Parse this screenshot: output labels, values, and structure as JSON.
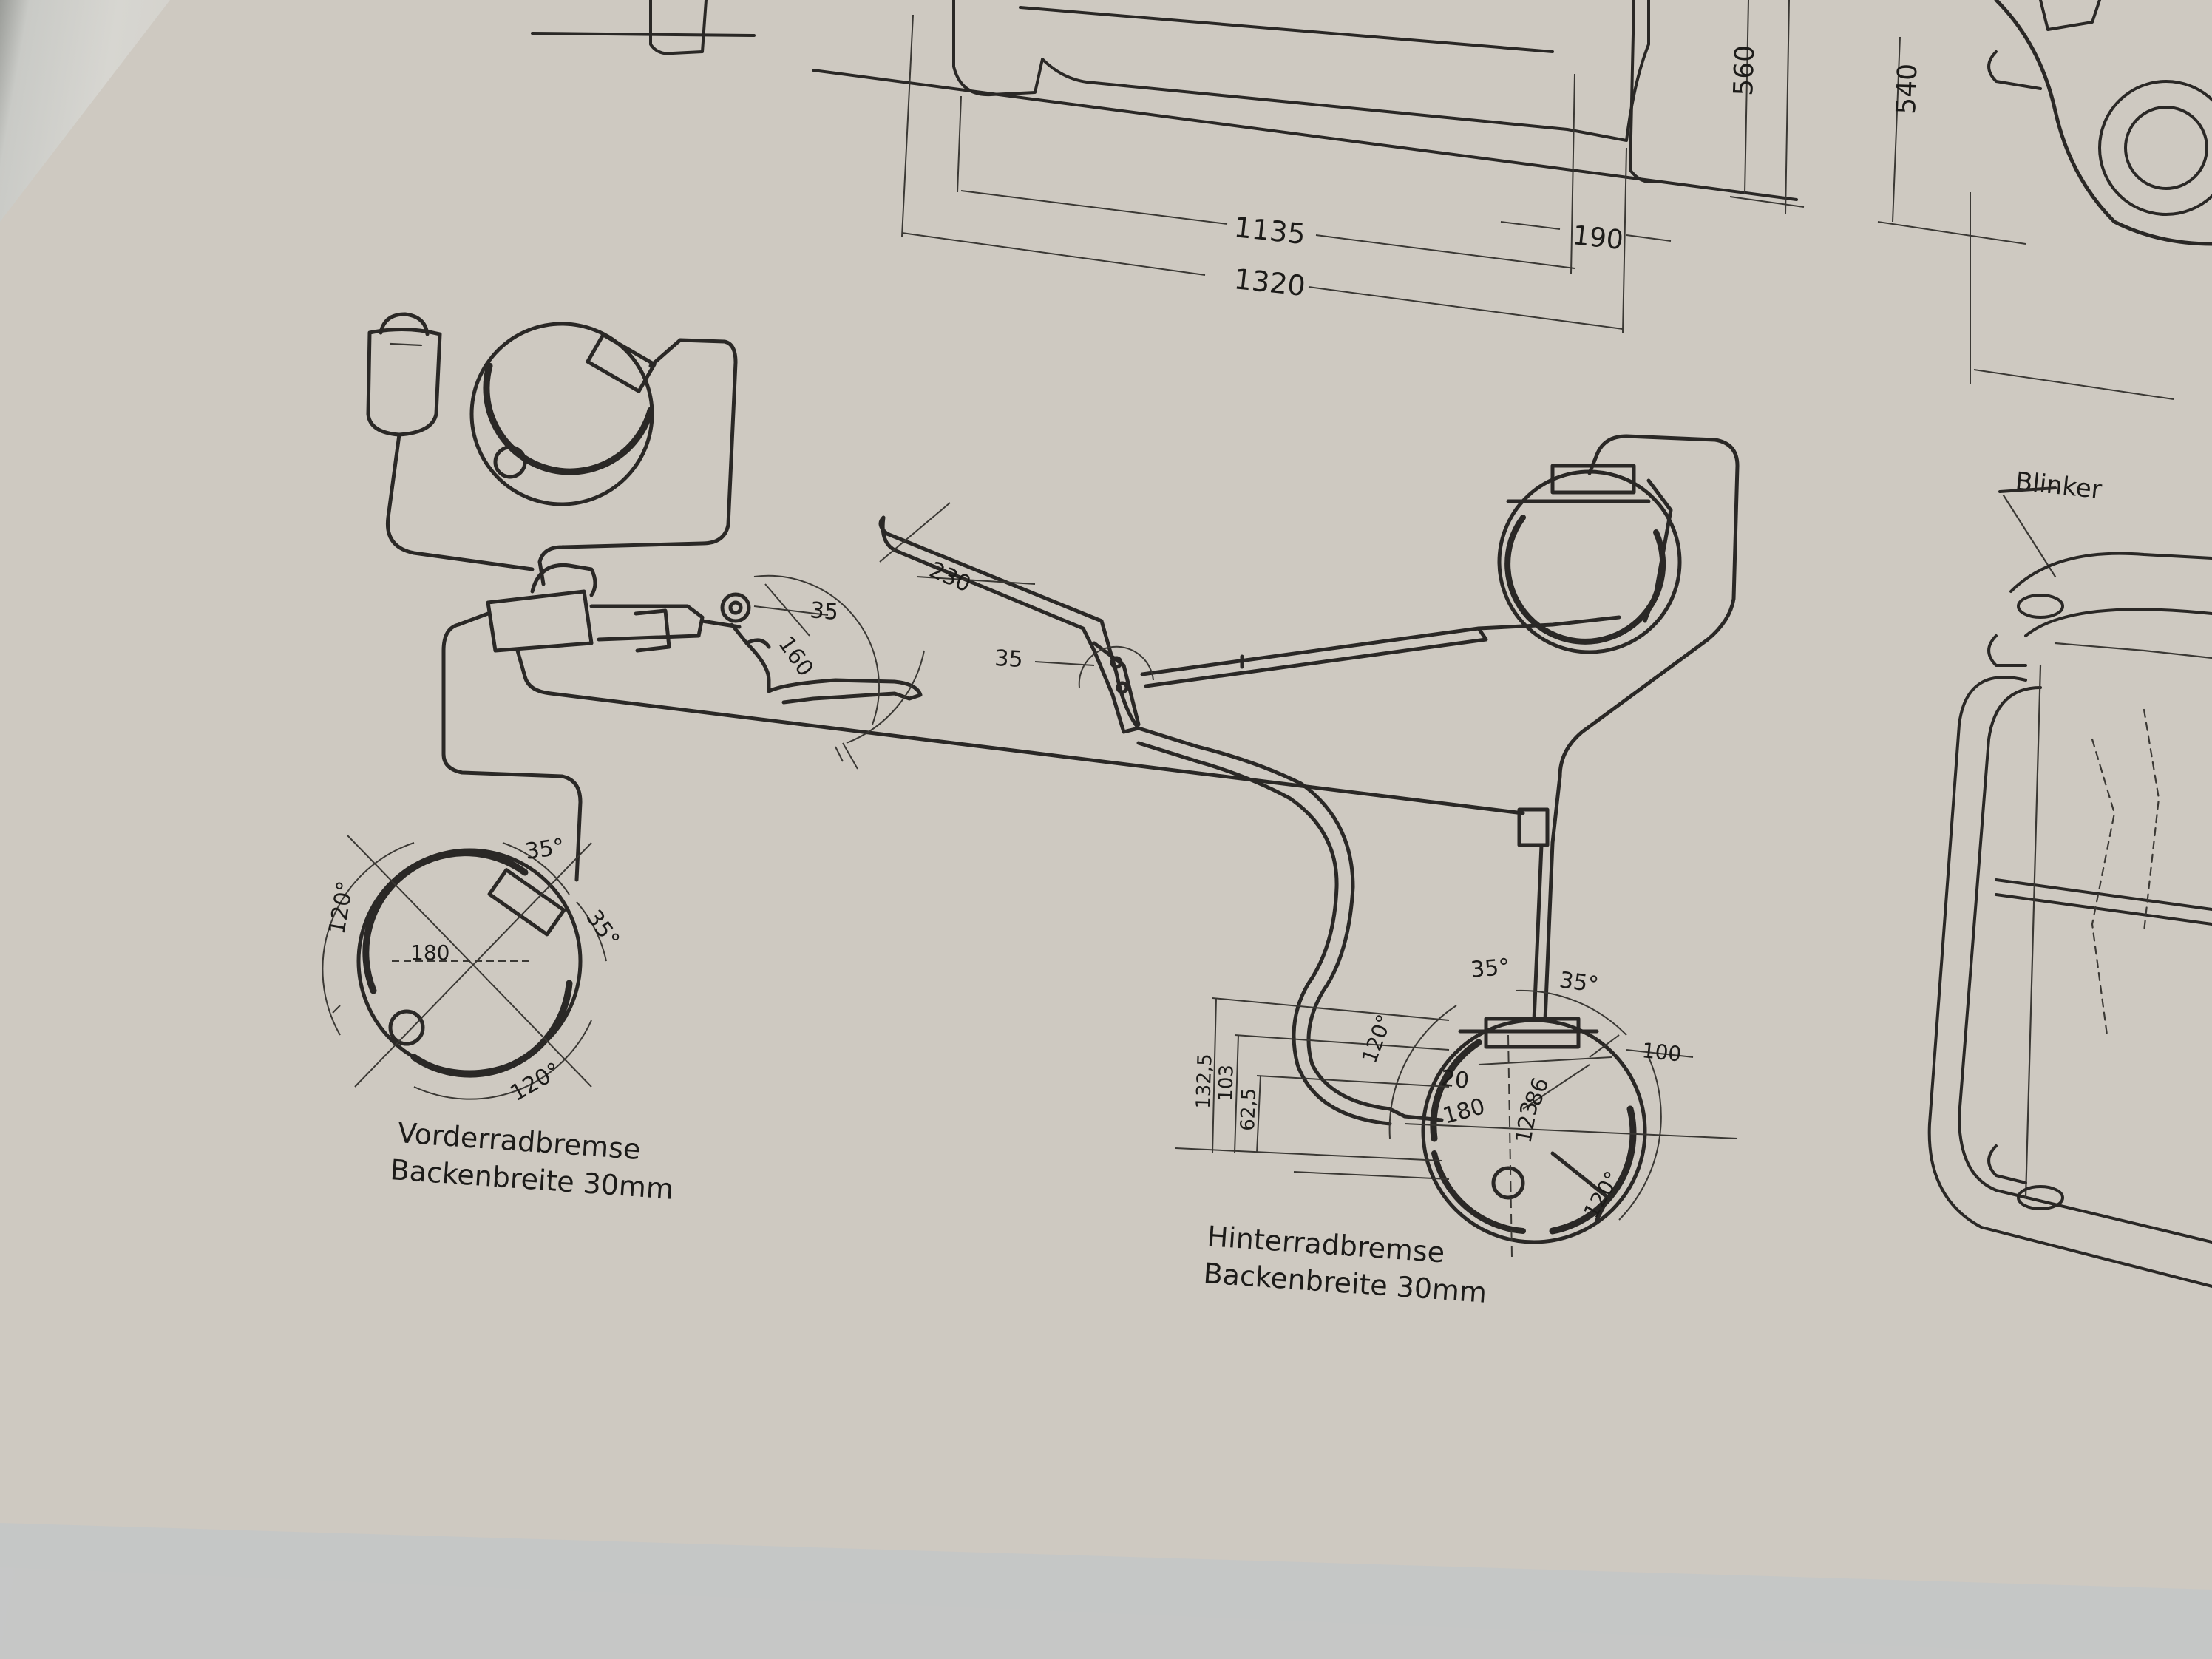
{
  "top_dimensions": {
    "d1135": "1135",
    "d1320": "1320",
    "d190": "190",
    "d560": "560",
    "d540": "540"
  },
  "labels": {
    "blinker": "Blinker",
    "front_brake_title": "Vorderradbremse",
    "front_brake_sub": "Backenbreite 30mm",
    "rear_brake_title": "Hinterradbremse",
    "rear_brake_sub": "Backenbreite 30mm"
  },
  "pedal_dims": {
    "a35": "35",
    "a160": "160"
  },
  "handbrake_dims": {
    "a230": "230",
    "a35": "35"
  },
  "front_wheel_dims": {
    "angle_top": "35°",
    "angle_right": "35°",
    "angle_left": "120°",
    "angle_bottom": "120°",
    "center": "180"
  },
  "rear_wheel_dims": {
    "angle_top_left": "35°",
    "angle_top_right": "35°",
    "angle_left": "120°",
    "angle_right": "120°",
    "d100": "100",
    "d20": "20",
    "d180": "180",
    "d123": "123",
    "d86": "86",
    "h1325": "132,5",
    "h103": "103",
    "h625": "62,5"
  }
}
